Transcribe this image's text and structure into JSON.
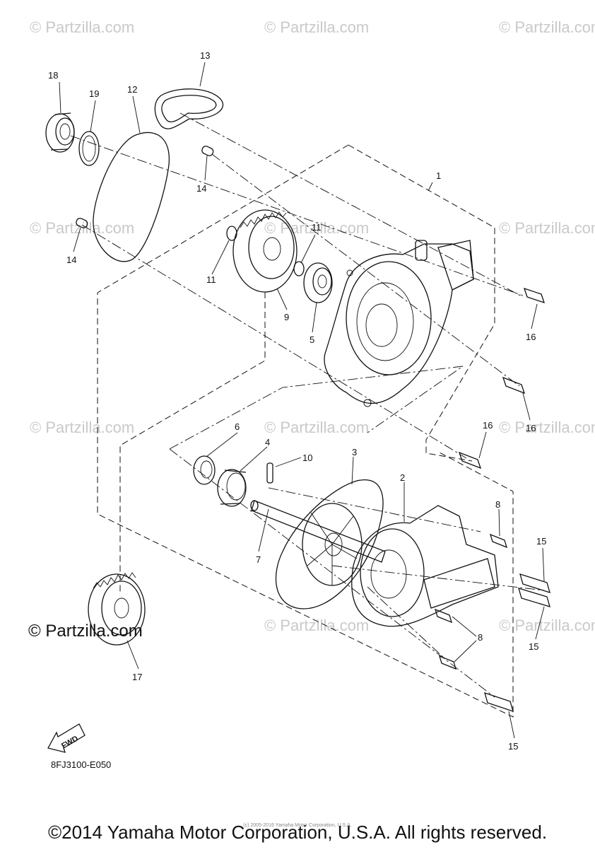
{
  "watermark": {
    "text": "© Partzilla.com",
    "main_text": "© Partzilla.com"
  },
  "callouts": {
    "c1": "1",
    "c2": "2",
    "c3": "3",
    "c4": "4",
    "c5": "5",
    "c6": "6",
    "c7": "7",
    "c8a": "8",
    "c8b": "8",
    "c9": "9",
    "c10": "10",
    "c11a": "11",
    "c11b": "11",
    "c12": "12",
    "c13": "13",
    "c14a": "14",
    "c14b": "14",
    "c15a": "15",
    "c15b": "15",
    "c15c": "15",
    "c16a": "16",
    "c16b": "16",
    "c16c": "16",
    "c17": "17",
    "c18": "18",
    "c19": "19"
  },
  "fwd_label": "FWD",
  "diagram_code": "8FJ3100-E050",
  "footer": {
    "copyright": "©2014 Yamaha Motor Corporation, U.S.A. All rights reserved.",
    "tiny": "(c) 2005-2016 Yamaha Motor Corporation, U.S.A."
  }
}
